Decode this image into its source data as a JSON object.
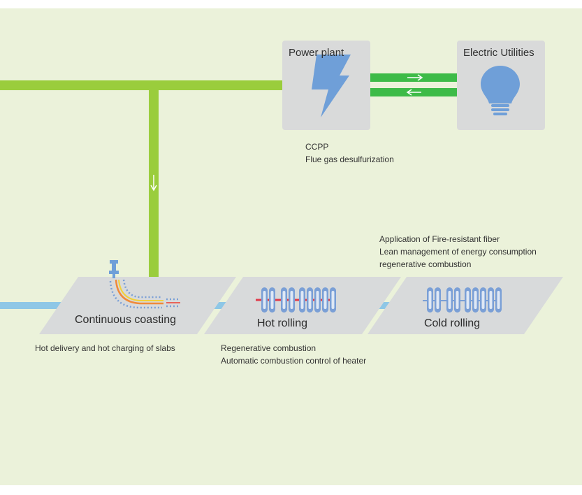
{
  "power_plant": {
    "title": "Power plant",
    "notes": [
      "CCPP",
      "Flue gas desulfurization"
    ]
  },
  "utilities": {
    "title": "Electric Utilities"
  },
  "stages": [
    {
      "title": "Continuous coasting",
      "notes": [
        "Hot delivery and hot charging of slabs"
      ]
    },
    {
      "title": "Hot rolling",
      "notes": [
        "Regenerative combustion",
        "Automatic combustion control of heater"
      ]
    },
    {
      "title": "Cold rolling",
      "notes": [
        "Application of Fire-resistant fiber",
        "Lean management of energy consumption",
        "regenerative combustion"
      ]
    }
  ],
  "icons": {
    "power_plant": "lightning-bolt-icon",
    "utilities": "light-bulb-icon",
    "caster": "continuous-caster-icon",
    "hot_mill": "hot-rolling-mill-icon",
    "cold_mill": "cold-rolling-mill-icon"
  },
  "colors": {
    "background": "#ebf2da",
    "green_line": "#9acd3c",
    "exchange_green": "#3dbb47",
    "box_gray": "#d9dada",
    "flow_blue": "#8ec7e6",
    "bolt_blue": "#6f9fd8",
    "roll_blue": "#7a9fd6"
  }
}
